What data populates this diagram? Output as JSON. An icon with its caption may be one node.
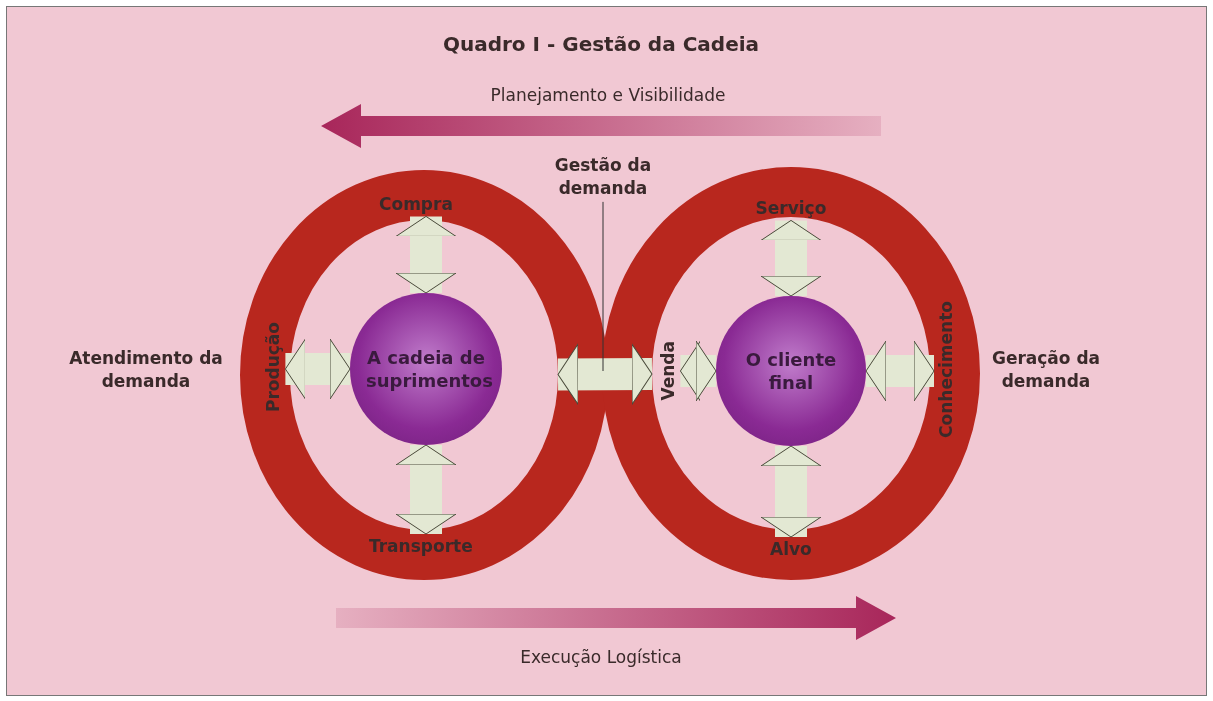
{
  "diagram": {
    "title": "Quadro I - Gestão da Cadeia",
    "nodes": [
      {
        "text": [],
        "shape": "ring"
      },
      {
        "text": [
          "Compra"
        ],
        "in": 0
      },
      {
        "text": [
          "Produção"
        ],
        "in": 0
      },
      {
        "text": [
          "A cadeia de suprimentos"
        ],
        "in": 0
      },
      {
        "text": [
          "Transporte"
        ],
        "in": 0
      },
      {
        "text": [],
        "shape": "ring"
      },
      {
        "text": [
          "Serviço"
        ],
        "in": 5
      },
      {
        "text": [
          "Venda"
        ],
        "in": 5
      },
      {
        "text": [
          "O cliente final"
        ],
        "in": 5
      },
      {
        "text": [
          "Conhecimento"
        ],
        "in": 5
      },
      {
        "text": [
          "Alvo"
        ],
        "in": 5
      },
      {
        "text": [
          "Gestão da demanda"
        ]
      }
    ],
    "edges": [
      {
        "from": 1,
        "to": 3,
        "arrow": "both"
      },
      {
        "from": 2,
        "to": 3,
        "arrow": "both"
      },
      {
        "from": 4,
        "to": 3,
        "arrow": "both"
      },
      {
        "from": 6,
        "to": 8,
        "arrow": "both"
      },
      {
        "from": 7,
        "to": 8,
        "arrow": "both"
      },
      {
        "from": 9,
        "to": 8,
        "arrow": "both"
      },
      {
        "from": 10,
        "to": 8,
        "arrow": "both"
      },
      {
        "from": 0,
        "to": 5,
        "arrow": "both"
      },
      {
        "from": 11,
        "to": null,
        "arrow": "none",
        "color": "#333333"
      }
    ],
    "labels": [
      "Planejamento e Visibilidade",
      "Atendimento da demanda",
      "Geração da demanda",
      "Execução Logística"
    ]
  }
}
